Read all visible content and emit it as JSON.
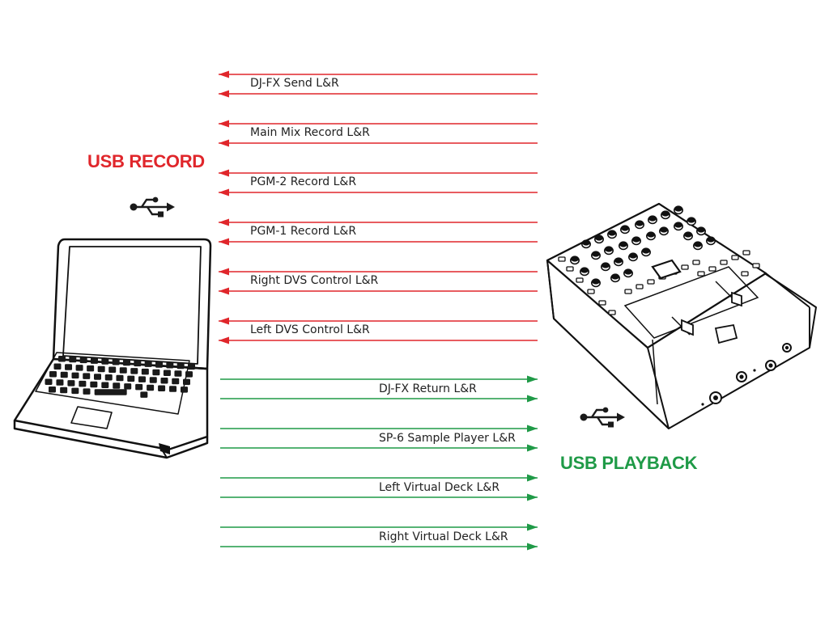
{
  "record": {
    "title": "USB RECORD",
    "color": "#e0262b",
    "channels": [
      "DJ-FX Send L&R",
      "Main Mix Record L&R",
      "PGM-2 Record L&R",
      "PGM-1 Record L&R",
      "Right DVS Control L&R",
      "Left DVS Control L&R"
    ]
  },
  "playback": {
    "title": "USB PLAYBACK",
    "color": "#1f9a47",
    "channels": [
      "DJ-FX Return L&R",
      "SP-6 Sample Player L&R",
      "Left Virtual Deck L&R",
      "Right Virtual Deck L&R"
    ]
  },
  "icons": {
    "laptop": "laptop-icon",
    "mixer": "dj-mixer-icon",
    "usb": "usb-icon"
  }
}
